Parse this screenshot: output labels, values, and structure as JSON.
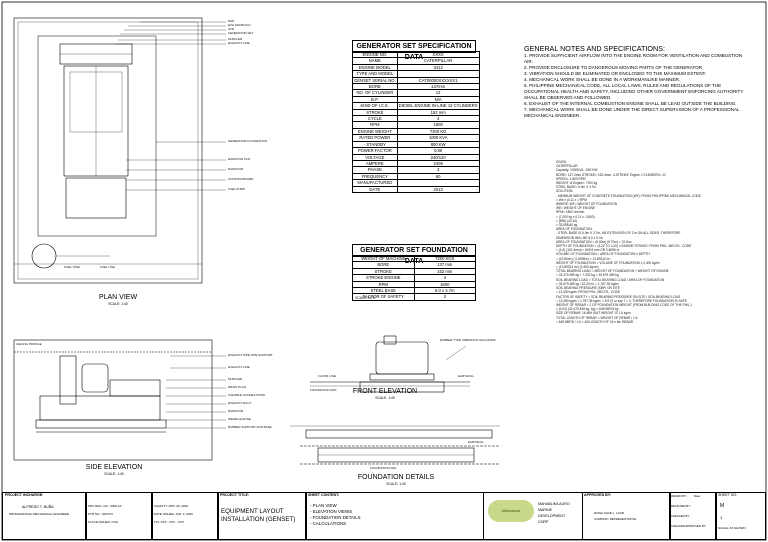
{
  "spec_table": {
    "title": "GENERATOR SET SPECIFICATION DATA",
    "rows": [
      [
        "ENGINE NO.",
        "XXXX"
      ],
      [
        "NAME",
        "CATERPILLAR"
      ],
      [
        "ENGINE MODEL",
        "3412"
      ],
      [
        "TYPE AND MODEL",
        ""
      ],
      [
        "GENSET SERIAL NO.",
        "CAT00000XXXXXX1"
      ],
      [
        "BORE",
        "137mm"
      ],
      [
        "NO. OF CYLINDER",
        "12"
      ],
      [
        "B.P.",
        "N/A"
      ],
      [
        "KIND OF I.C.E.",
        "DIESEL ENGINE IN-LINE 12 CYLINDERS"
      ],
      [
        "STROKE",
        "152 mm"
      ],
      [
        "CYCLE",
        "4"
      ],
      [
        "RPM",
        "1800"
      ],
      [
        "ENGINE WEIGHT",
        "7200 KG"
      ],
      [
        "RATED POWER",
        "1000 KVA"
      ],
      [
        "- STANDBY",
        "800 KW"
      ],
      [
        "POWER FACTOR",
        "0.80"
      ],
      [
        "VOLTAGE",
        "240/120"
      ],
      [
        "AMPERE",
        "2406"
      ],
      [
        "PHASE",
        "3"
      ],
      [
        "FREQUENCY",
        "60"
      ],
      [
        "MANUFACTURED",
        ""
      ],
      [
        "DATE",
        "2012"
      ]
    ]
  },
  "foundation_table": {
    "title": "GENERATOR SET FOUNDATION DATA",
    "rows": [
      [
        "WEIGHT OF MACHINE",
        "7200 KGS"
      ],
      [
        "BORE",
        "137 mm"
      ],
      [
        "STROKE",
        "152 mm"
      ],
      [
        "STROKE ENGINE",
        "4"
      ],
      [
        "RPM",
        "1800"
      ],
      [
        "STEEL BASE",
        "6.0 x 3.7m"
      ],
      [
        "FACTOR OF SAFETY",
        "3"
      ]
    ]
  },
  "notes": {
    "title": "GENERAL NOTES AND SPECIFICATIONS:",
    "items": [
      "1. PROVIDE SUFFICIENT AIRFLOW INTO THE ENGINE ROOM FOR VENTILATION AND COMBUSTION AIR.",
      "2. PROVIDE ENCLOSURE TO DANGEROUS MOVING PARTS OF THE GENERATOR.",
      "3. VIBRATION SHOULD BE ELIMINATED OR ENCLOSED TO THE MAXIMUM EXTENT.",
      "4. MECHANICAL WORK SHALL BE DONE IN A WORKMANLIKE MANNER.",
      "5. PHILIPPINE MECHANICAL CODE, ALL LOCAL LAWS, RULES AND REGULATIONS OF THE OCCUPATIONAL HEALTH AND SAFETY, INCLUDING OTHER GOVERNMENT ENFORCING AUTHORITY SHALL BE OBSERVED AND FOLLOWED.",
      "6. EXHAUST OF THE INTERNAL COMBUSTION ENGINE SHALL BE LEAD OUTSIDE THE BUILDING.",
      "7. MECHANICAL WORK SHALL BE DONE UNDER THE DIRECT SUPERVISION OF A PROFESSIONAL MECHANICAL ENGINEER."
    ]
  },
  "calc_lines": [
    "GIVEN:",
    "CATERPILLAR",
    "Capacity: 1000KVA - 800 KW",
    "BORE= 137.2mm  STROKE= 152.4mm, 4-STROKE Engine,  CYLINDERS= 12",
    "SPEED= 1,800 RPM",
    "WEIGHT of Engine= 7200 kg",
    "STEEL BASE= 6.0m X 3.7m",
    "SOLUTION:",
    "- MINIMUM WEIGHT OF CONCRETE FOUNDATION (WF): FROM PHILIPPINE MECHANICAL CODE",
    "= We x (0.11 x √ RPM",
    "WHERE:  WF= WEIGHT OF FOUNDATION",
    "WE= WEIGHT OF ENGINE",
    "RPM= 1800 rev/min",
    "= (7,200 kg x 0.11 x √1800)",
    "= (899) (42.42)",
    "= 33,598.60 kg",
    "AREA OF FOUNDATION:",
    "- STEEL BASE IS 6.0m X 3.7m, AN EXTENSION OF 1'm ON ALL SIDES, THEREFORE",
    "DIMENSION WILL BE 8.0 x 5.7m",
    "AREA OF FOUNDATION = (8.00m) (5.70m) = 22.8m²",
    "DEPTH OF FOUNDATION = (3.22 TO 4.20) x ENGINE STROKE: FROM PHIL. MECH'L. CODE",
    "= (4.0) (152.4mm) = 609.6 mm OR 0.6096 m",
    "VOLUME OF FOUNDATION = AREA OF FOUNDATION x DEPTH",
    "= (22.80m²) ( 0.6096m) = 13.89312 m³",
    "WEIGHT OF FOUNDATION = VOLUME OF FOUNDATION x 2,400 kg/m³",
    "= (13.89312 m³) (2,400 kg/m³)",
    "TOTAL BEARING LOAD = WEIGHT OF FOUNDATION + WEIGHT OF ENGINE",
    "= 33,479.489 kg + 7,200 kg = 39,679.489 kg",
    "SOIL BEARING LOAD = TOTAL BEARING LOAD / AREA OF FOUNDATION",
    "= 39,679.489 kg / 22.20 m² = 1,787.36 kg/m²",
    "SOIL BEARING PRESSURE (SBP) ON SITE",
    "= 13,350 kg/m² FROM PHIL. MECH'L. CODE",
    "FACTOR OF SAFETY = SOIL BEARING PRESSURE ON SITE / SOIL BEARING LOAD",
    "= 13,350 kg/m² / 1,787.36 kg/m² = 6.9 (9 or say 7 > 3, THEREFORE FOUNDATION IS SAFE",
    "WEIGHT OF REBAR = 2 OF FOUNDATION WEIGHT (FROM BUILDING CODE OF THE PHIL.)",
    "= (0.02) (32,479.498 kg, kg) = 649.58976 kg",
    "SIZE OF REBAR: 16-MM UNIT WEIGHT IS 1.6 kg/m",
    "TOTAL LENGTH OF REBAR = WEIGHT OF REBAR / 1.6",
    "= 649.58976 / 1.6 = 406 LENGTH OF 16 x 6m REBAR"
  ],
  "views": {
    "plan": {
      "title": "PLAN VIEW",
      "scale": "SCALE:    1:40"
    },
    "side": {
      "title": "SIDE ELEVATION",
      "scale": "SCALE:    1:40"
    },
    "front": {
      "title": "FRONT ELEVATION",
      "scale": "SCALE:    1:40"
    },
    "foundation": {
      "title": "FOUNDATION DETAILS",
      "scale": "SCALE:    1:40"
    },
    "nts": "SCALE:       NTS"
  },
  "plan_labels": [
    "RAD",
    "EXH MANIFOLD",
    "AVR",
    "GENERATOR SET",
    "MUFFLER",
    "EXHAUST LINE",
    "GENERATOR FOUNDATION",
    "RADIATOR FAN",
    "RADIATOR",
    "CONTROLBOARD",
    "FUEL PUMP",
    "FUEL TANK",
    "FUEL LINE"
  ],
  "side_labels": [
    "CEILING PROFILE",
    "EXHAUST PIPE PIPE SUPPORT",
    "EXHAUST LINE",
    "MUFFLER",
    "DRAIN PLUG",
    "FLEXIBLE CONNECTIONS",
    "EXHAUST DUCT",
    "RADIATOR",
    "DIESEL ENGINE",
    "RUBBER SUPPORT AND BASE"
  ],
  "front_labels": [
    "RUBBER TYPE VIBRATION ISOLATORS",
    "FLOOR LINE",
    "FOUNDATION PAD",
    "EARTHFILL"
  ],
  "foundation_labels": [
    "FOUNDATION PAD",
    "EARTHFILL"
  ],
  "title_block": {
    "project_incharge_h": "PROJECT INCHARGE:",
    "engineer_name": "ALFREDO T. BUÑA",
    "engineer_role": "PROFESSIONAL MECHANICAL ENGINEER",
    "ptr": [
      "PRC REG. NO.:   0000 AA",
      "PTR NO.:          32XXXX",
      "PLACE ISSUED:   COA"
    ],
    "validity": [
      "VALIDITY:        APR. 26, 2020",
      "DATE ISSUED:  JAN. 3, 2020",
      "TIN:               XXX - XXX - XXX"
    ],
    "project_title_h": "PROJECT TITLE:",
    "project_title": "EQUIPMENT LAYOUT INSTALLATION (GENSET)",
    "sheet_contents_h": "SHEET CONTENT:",
    "sheet_contents": [
      "- PLAN VIEW",
      "- ELEVATION VIEWS",
      "- FOUNDATION DETAILS",
      "- CALCULATIONS"
    ],
    "logo_text": "Mabalacat",
    "company": [
      "MAHABLIKA AGRO",
      "MARINE",
      "DEVELOPMENT",
      "CORP"
    ],
    "approved_h": "APPROVED BY:",
    "approver": "DIANA CAVE L. LAOD",
    "approver_role": "COMPANY REPRESENTATIVE",
    "drawn_by": "DRAWN BY:",
    "designed_by": "DESIGNED BY:",
    "checked_by": "CHECKED BY:",
    "checked_approved": "CHECKED/APPROVED BY:",
    "date_h": "Date",
    "sheet_no_h": "SHEET NO.",
    "sheet_no": "M",
    "sheet_of": "1",
    "scale_note": "SCALE: AS SHOWN"
  }
}
